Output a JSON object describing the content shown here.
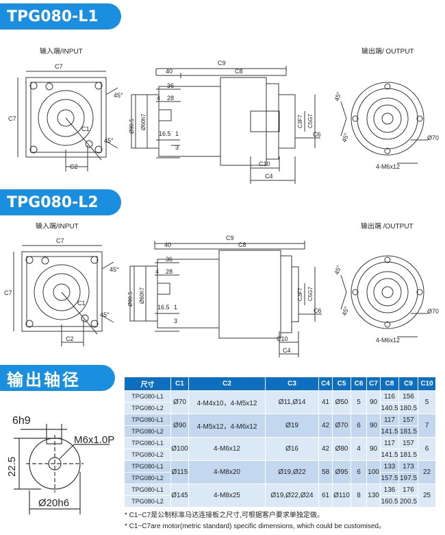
{
  "sections": {
    "l1_title": "TPG080-L1",
    "l2_title": "TPG080-L2",
    "shaft_title": "输出轴径"
  },
  "drawing": {
    "input_label": "输入端/INPUT",
    "output_label_l1": "输出端/ OUTPUT",
    "output_label_l2": "输出端 /OUTPUT",
    "c7": "C7",
    "c9": "C9",
    "c8": "C8",
    "c1": "C1",
    "c2": "C2",
    "c3": "C3F7",
    "c5": "C5G7",
    "c6": "C6",
    "c10": "C10",
    "c4": "C4",
    "d40": "40",
    "d36": "36",
    "d4": "4",
    "d28": "28",
    "d90_5": "Ø90.5",
    "d60": "Ø60h7",
    "d16_5": "16.5",
    "d1": "1",
    "d3": "3",
    "angle45": "45°",
    "d70": "Ø70",
    "bolt": "4-M6x12"
  },
  "shaft": {
    "width": "6h9",
    "thread": "M6x1.0P",
    "height": "22.5",
    "diameter": "Ø20h6"
  },
  "table": {
    "headers": [
      "尺寸",
      "C1",
      "C2",
      "C3",
      "C4",
      "C5",
      "C6",
      "C7",
      "C8",
      "C9",
      "C10"
    ],
    "groups": [
      {
        "models": [
          "TPG080-L1",
          "TPG080-L2"
        ],
        "c1": "Ø70",
        "c2": "4-M4x10，4-M5x12",
        "c3": "Ø11,Ø14",
        "c4": "41",
        "c5": "Ø50",
        "c6": "5",
        "c7": "90",
        "c8": [
          "116",
          "140.5"
        ],
        "c9": [
          "156",
          "180.5"
        ],
        "c10": "5"
      },
      {
        "models": [
          "TPG080-L1",
          "TPG080-L2"
        ],
        "c1": "Ø90",
        "c2": "4-M5x12，4-M6x12",
        "c3": "Ø19",
        "c4": "42",
        "c5": "Ø70",
        "c6": "6",
        "c7": "90",
        "c8": [
          "117",
          "141.5"
        ],
        "c9": [
          "157",
          "181.5"
        ],
        "c10": "7"
      },
      {
        "models": [
          "TPG080-L1",
          "TPG080-L2"
        ],
        "c1": "Ø100",
        "c2": "4-M6x12",
        "c3": "Ø16",
        "c4": "42",
        "c5": "Ø80",
        "c6": "4",
        "c7": "90",
        "c8": [
          "117",
          "141.5"
        ],
        "c9": [
          "157",
          "181.5"
        ],
        "c10": "6"
      },
      {
        "models": [
          "TPG080-L1",
          "TPG080-L2"
        ],
        "c1": "Ø115",
        "c2": "4-M8x20",
        "c3": "Ø19,Ø22",
        "c4": "58",
        "c5": "Ø95",
        "c6": "6",
        "c7": "100",
        "c8": [
          "133",
          "157.5"
        ],
        "c9": [
          "173",
          "197.5"
        ],
        "c10": "22"
      },
      {
        "models": [
          "TPG080-L1",
          "TPG080-L2"
        ],
        "c1": "Ø145",
        "c2": "4-M8x25",
        "c3": "Ø19,Ø22,Ø24",
        "c4": "61",
        "c5": "Ø110",
        "c6": "8",
        "c7": "130",
        "c8": [
          "136",
          "160.5"
        ],
        "c9": [
          "176",
          "200.5"
        ],
        "c10": "25"
      }
    ]
  },
  "notes": [
    "* C1~C7是公制标准马达连接板之尺寸,可根据客户要求单独定做。",
    "* C1~C7are motor(metric standard)  specific dimensions, which could be customised。"
  ],
  "colors": {
    "accent": "#1a8fdf",
    "table_header": "#0e6ec0",
    "row_light": "#dbe9f6",
    "row_dark": "#c3d8ee"
  }
}
